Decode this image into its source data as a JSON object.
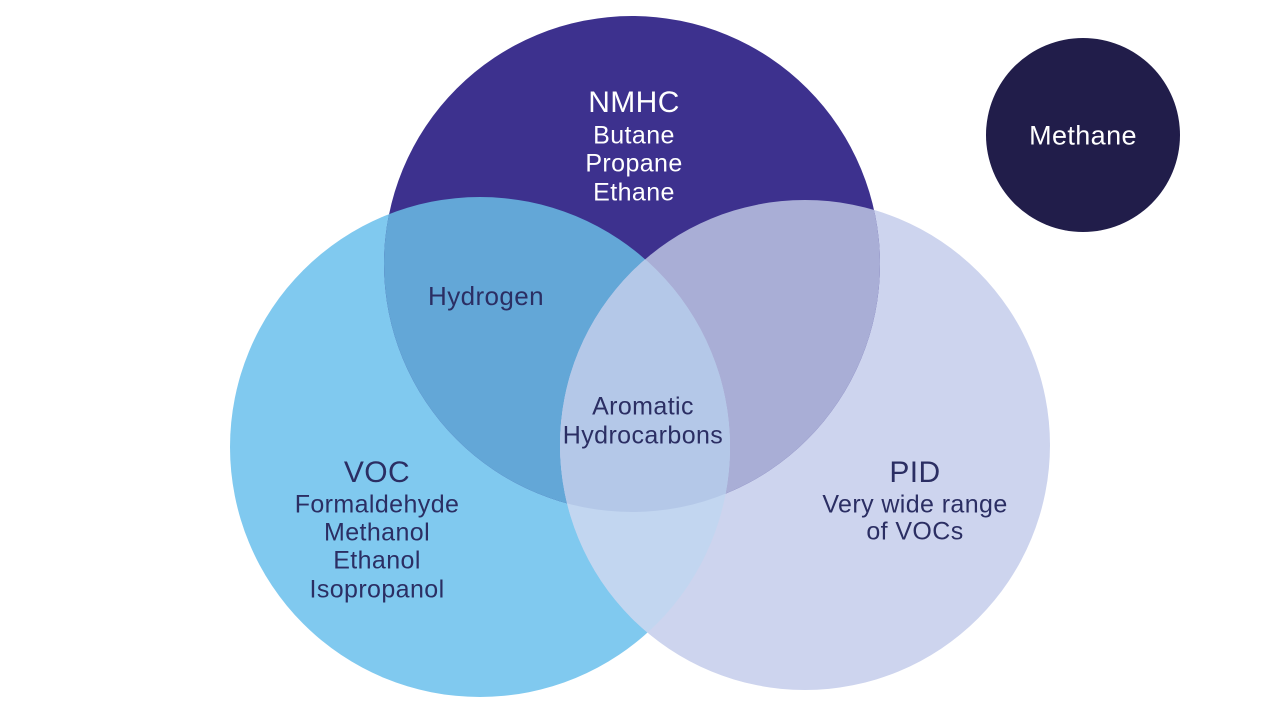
{
  "diagram": {
    "background": "#ffffff",
    "text_color": "#2b2e63",
    "circles": {
      "nmhc": {
        "label": "NMHC",
        "items": [
          "Butane",
          "Propane",
          "Ethane"
        ],
        "color": "#3d318e"
      },
      "voc": {
        "label": "VOC",
        "items": [
          "Formaldehyde",
          "Methanol",
          "Ethanol",
          "Isopropanol"
        ],
        "color": "#80c9ef"
      },
      "pid": {
        "label": "PID",
        "items": [
          "Very wide range",
          "of VOCs"
        ],
        "color": "#cdd4ee"
      },
      "methane": {
        "label": "Methane",
        "color": "#211d4a"
      }
    },
    "overlaps": {
      "nmhc_voc": {
        "label": "Hydrogen",
        "color": "#63a7d7"
      },
      "nmhc_pid": {
        "color": "#a9aed6"
      },
      "voc_pid": {
        "color": "#c2d6f0"
      },
      "center": {
        "lines": [
          "Aromatic",
          "Hydrocarbons"
        ],
        "color": "#b4c8e8"
      }
    }
  }
}
